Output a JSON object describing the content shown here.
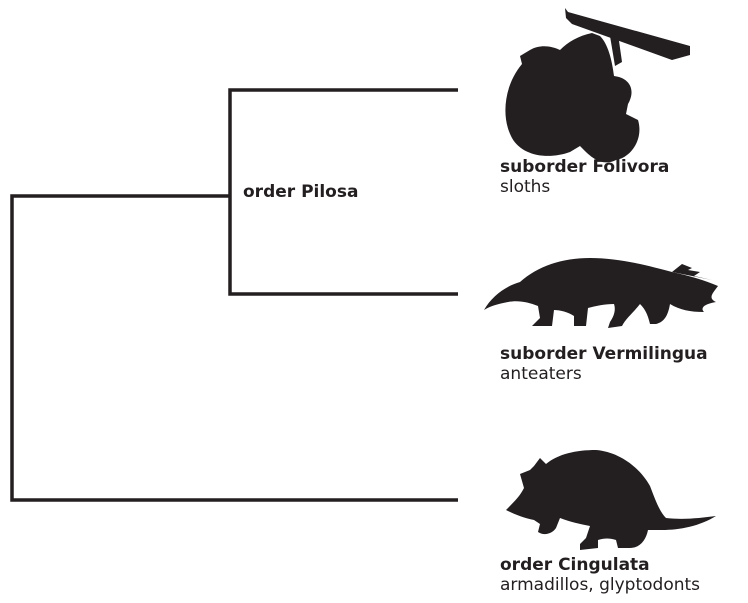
{
  "order_pilosa": "order Pilosa",
  "taxa": [
    {
      "rank_name": "suborder Folivora",
      "common": "sloths",
      "icon": "sloth-icon"
    },
    {
      "rank_name": "suborder Vermilingua",
      "common": "anteaters",
      "icon": "anteater-icon"
    },
    {
      "rank_name": "order Cingulata",
      "common": "armadillos, glyptodonts",
      "icon": "armadillo-icon"
    }
  ],
  "colors": {
    "ink": "#231f20",
    "background": "#ffffff"
  }
}
